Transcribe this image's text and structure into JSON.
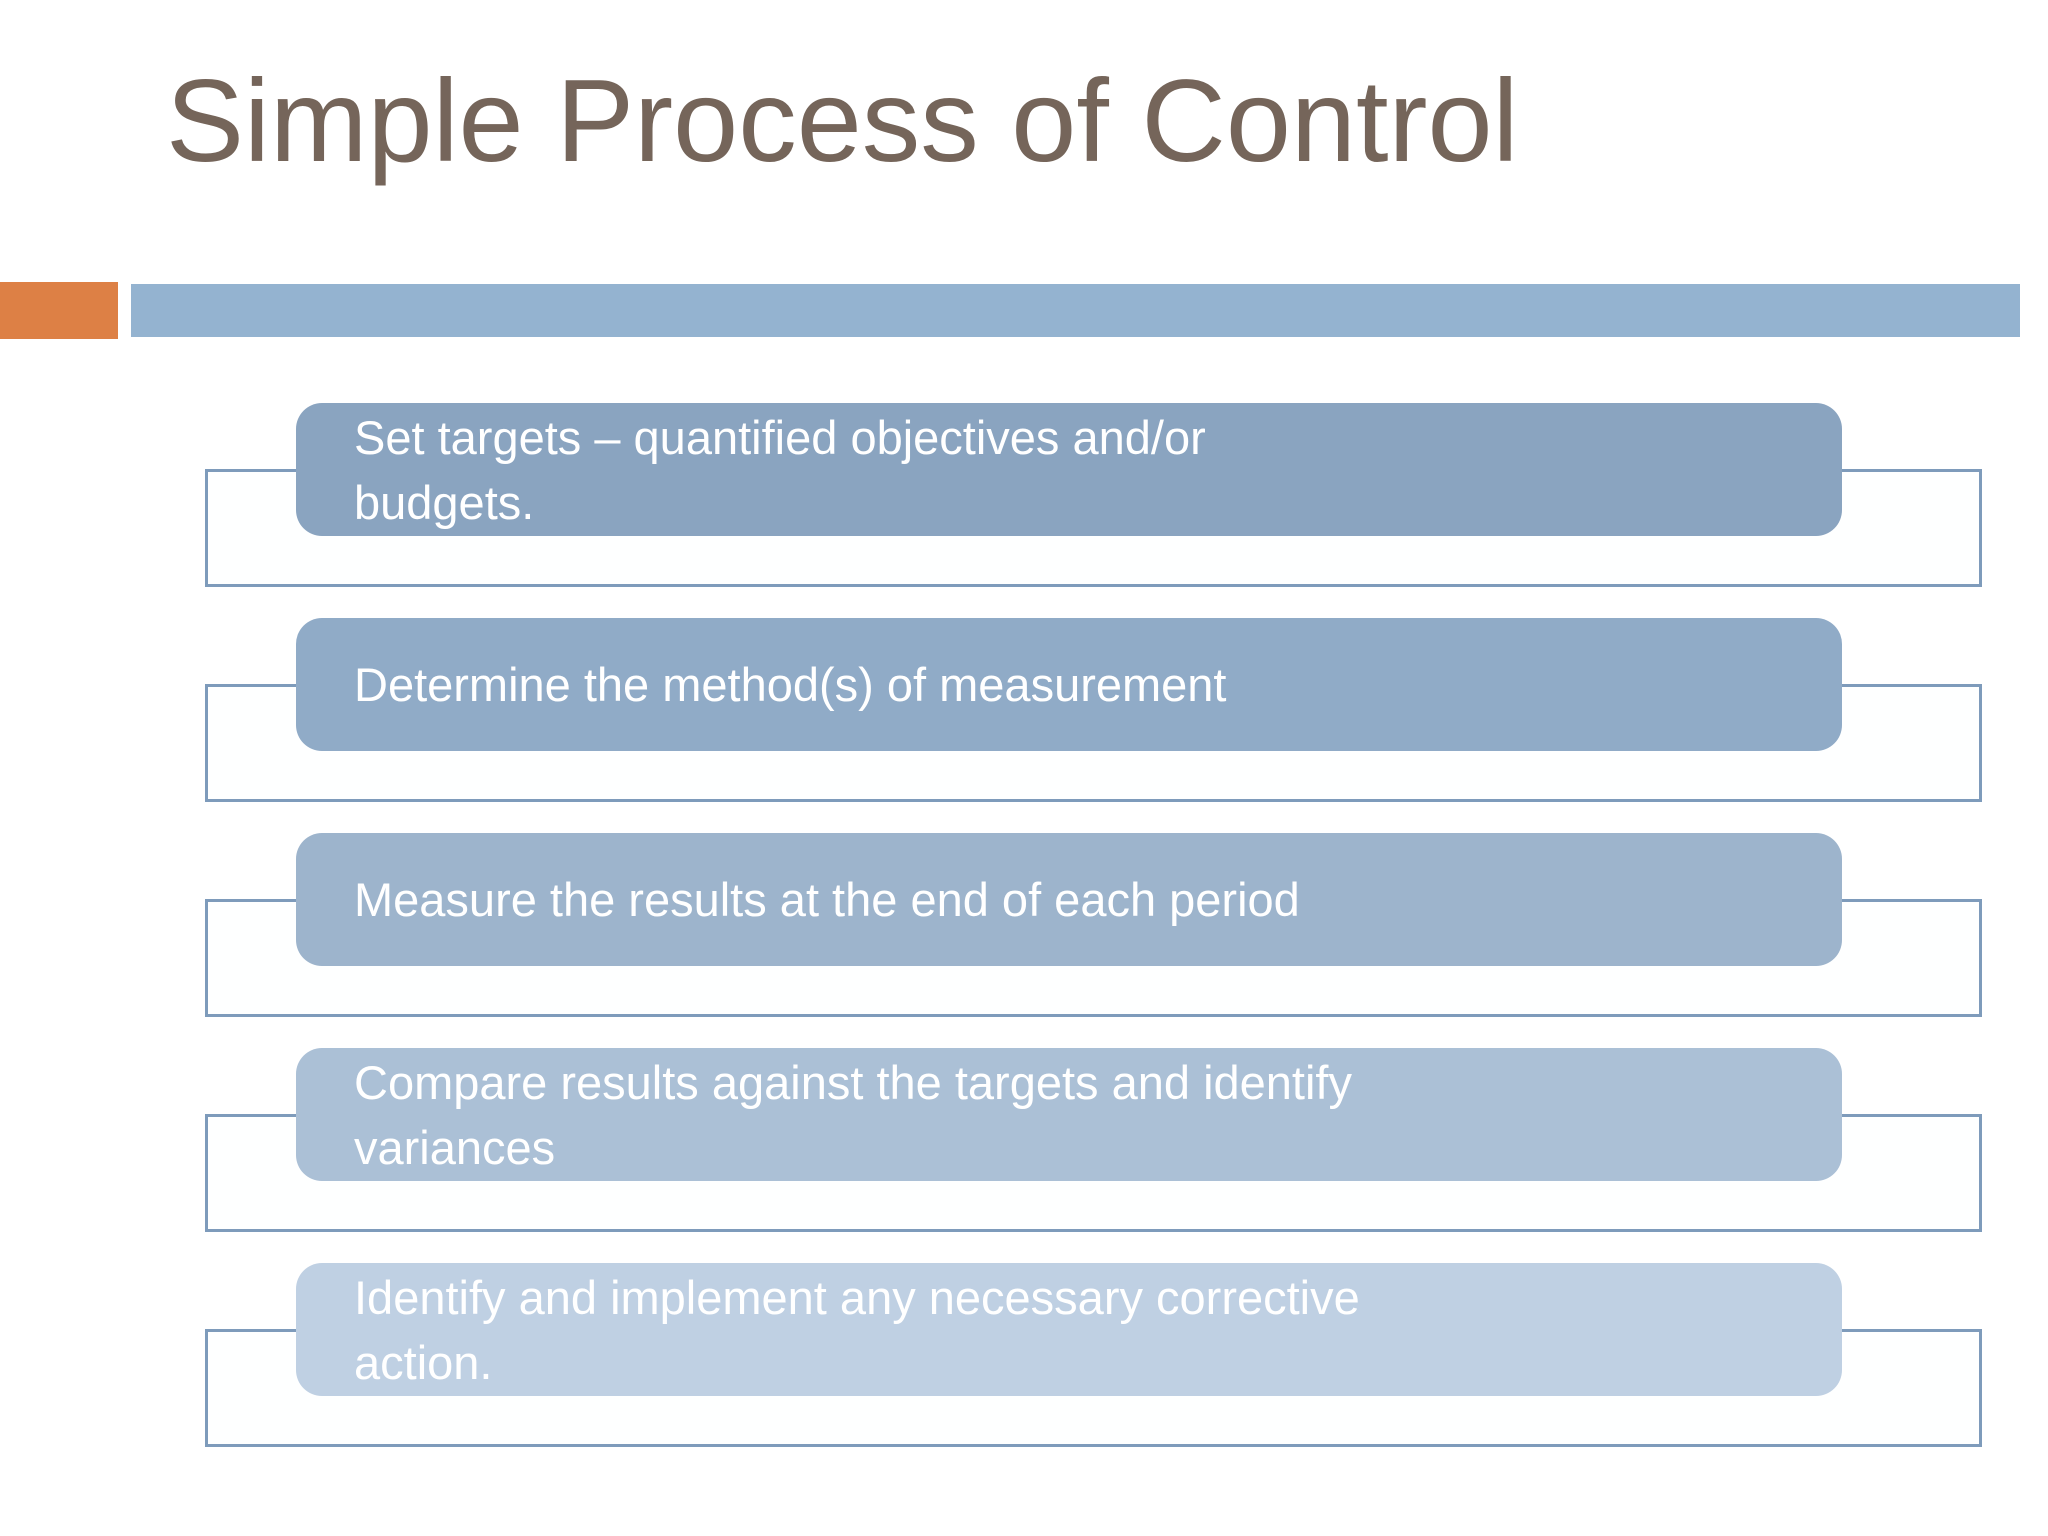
{
  "slide": {
    "title": "Simple Process of Control",
    "colors": {
      "title_text": "#75655A",
      "accent_orange": "#DD8045",
      "accent_blue": "#94B3D0",
      "outline_border": "#7E9BBB",
      "outline_fill": "#FEFFFF",
      "step_text": "#FFFFFF"
    }
  },
  "steps": [
    {
      "label": "Set targets – quantified objectives and/or\nbudgets.",
      "fill": "#8AA4C0"
    },
    {
      "label": "Determine the method(s) of measurement",
      "fill": "#90ABC7"
    },
    {
      "label": "Measure the results at the end of each period",
      "fill": "#9DB4CC"
    },
    {
      "label": "Compare results against the targets and identify\nvariances",
      "fill": "#ABC0D6"
    },
    {
      "label": "Identify and implement any necessary corrective\naction.",
      "fill": "#BFD0E3"
    }
  ]
}
